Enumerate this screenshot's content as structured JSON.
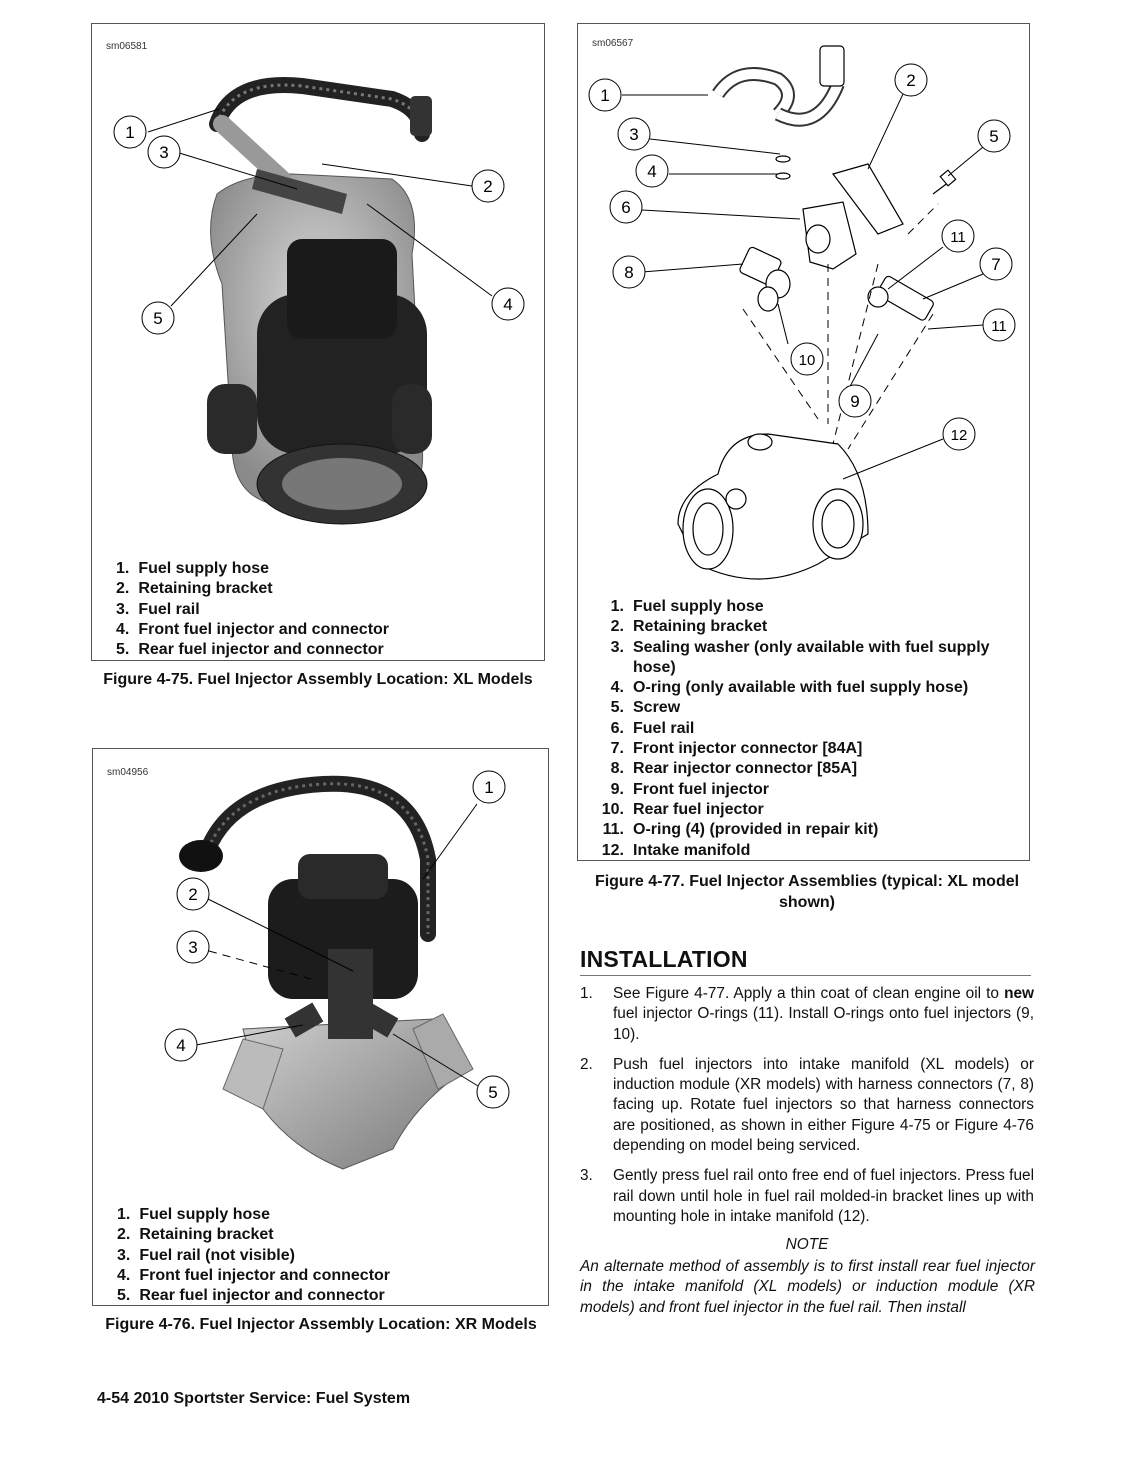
{
  "figure_75": {
    "image_id": "sm06581",
    "callouts": [
      "1",
      "2",
      "3",
      "4",
      "5"
    ],
    "legend": [
      {
        "num": "1.",
        "text": "Fuel supply hose"
      },
      {
        "num": "2.",
        "text": "Retaining bracket"
      },
      {
        "num": "3.",
        "text": "Fuel rail"
      },
      {
        "num": "4.",
        "text": "Front fuel injector and connector"
      },
      {
        "num": "5.",
        "text": "Rear fuel injector and connector"
      }
    ],
    "caption": "Figure 4-75. Fuel Injector Assembly Location: XL Models"
  },
  "figure_76": {
    "image_id": "sm04956",
    "callouts": [
      "1",
      "2",
      "3",
      "4",
      "5"
    ],
    "legend": [
      {
        "num": "1.",
        "text": "Fuel supply hose"
      },
      {
        "num": "2.",
        "text": "Retaining bracket"
      },
      {
        "num": "3.",
        "text": "Fuel rail (not visible)"
      },
      {
        "num": "4.",
        "text": "Front fuel injector and connector"
      },
      {
        "num": "5.",
        "text": "Rear fuel injector and connector"
      }
    ],
    "caption": "Figure 4-76. Fuel Injector Assembly Location: XR Models"
  },
  "figure_77": {
    "image_id": "sm06567",
    "callouts": [
      "1",
      "2",
      "3",
      "4",
      "5",
      "6",
      "7",
      "8",
      "9",
      "10",
      "11",
      "11",
      "12"
    ],
    "legend": [
      {
        "num": "1.",
        "text": "Fuel supply hose"
      },
      {
        "num": "2.",
        "text": "Retaining bracket"
      },
      {
        "num": "3.",
        "text": "Sealing washer (only available with fuel supply hose)"
      },
      {
        "num": "4.",
        "text": "O-ring (only available with fuel supply hose)"
      },
      {
        "num": "5.",
        "text": "Screw"
      },
      {
        "num": "6.",
        "text": "Fuel rail"
      },
      {
        "num": "7.",
        "text": "Front injector connector [84A]"
      },
      {
        "num": "8.",
        "text": "Rear injector connector [85A]"
      },
      {
        "num": "9.",
        "text": "Front fuel injector"
      },
      {
        "num": "10.",
        "text": "Rear fuel injector"
      },
      {
        "num": "11.",
        "text": "O-ring (4) (provided in repair kit)"
      },
      {
        "num": "12.",
        "text": "Intake manifold"
      }
    ],
    "caption": "Figure 4-77. Fuel Injector Assemblies (typical: XL model shown)"
  },
  "installation": {
    "heading": "INSTALLATION",
    "steps": [
      {
        "num": "1.",
        "before": "See Figure 4-77. Apply a thin coat of clean engine oil to ",
        "bold": "new",
        "after": " fuel injector O-rings (11). Install O-rings onto fuel injectors (9, 10)."
      },
      {
        "num": "2.",
        "before": "Push fuel injectors into intake manifold (XL models) or induction module (XR models) with harness connectors (7, 8) facing up. Rotate fuel injectors so that harness connectors are positioned, as shown in either Figure 4-75 or Figure 4-76 depending on model being serviced.",
        "bold": "",
        "after": ""
      },
      {
        "num": "3.",
        "before": "Gently press fuel rail onto free end of fuel injectors. Press fuel rail down until hole in fuel rail molded-in bracket lines up with mounting hole in intake manifold (12).",
        "bold": "",
        "after": ""
      }
    ],
    "note_heading": "NOTE",
    "note_text": "An alternate method of assembly is to first install rear fuel injector in the intake manifold (XL models) or induction module (XR models) and front fuel injector in the fuel rail. Then install"
  },
  "footer": "4-54  2010 Sportster Service: Fuel System"
}
